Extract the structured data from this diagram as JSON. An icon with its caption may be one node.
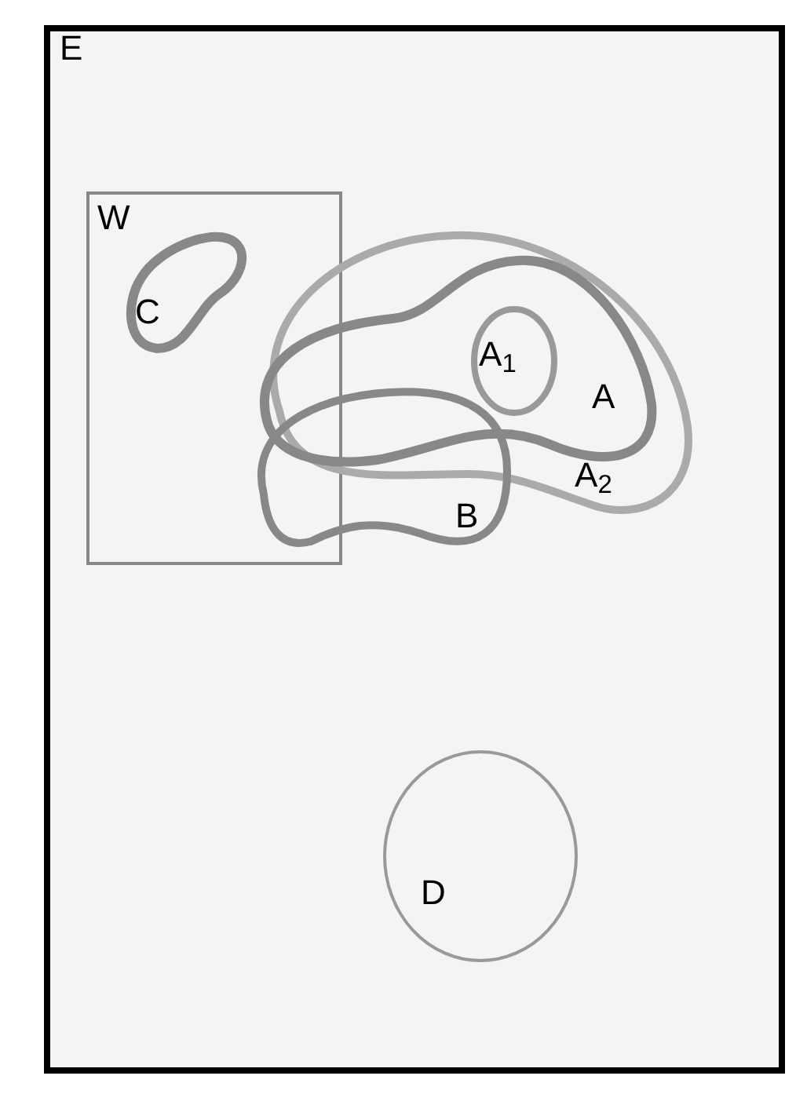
{
  "diagram": {
    "nodes": [
      {
        "text": [
          "E"
        ]
      },
      {
        "text": [
          "W"
        ],
        "in": 0
      },
      {
        "text": [
          "C"
        ],
        "in": 1
      },
      {
        "text": [
          "A$_{2}$"
        ],
        "in": 0
      },
      {
        "text": [
          "A"
        ],
        "in": 3
      },
      {
        "text": [
          "A$_{1}$"
        ],
        "in": 4
      },
      {
        "text": [
          "B"
        ],
        "in": 0
      },
      {
        "text": [
          "D"
        ],
        "in": 0
      }
    ]
  }
}
